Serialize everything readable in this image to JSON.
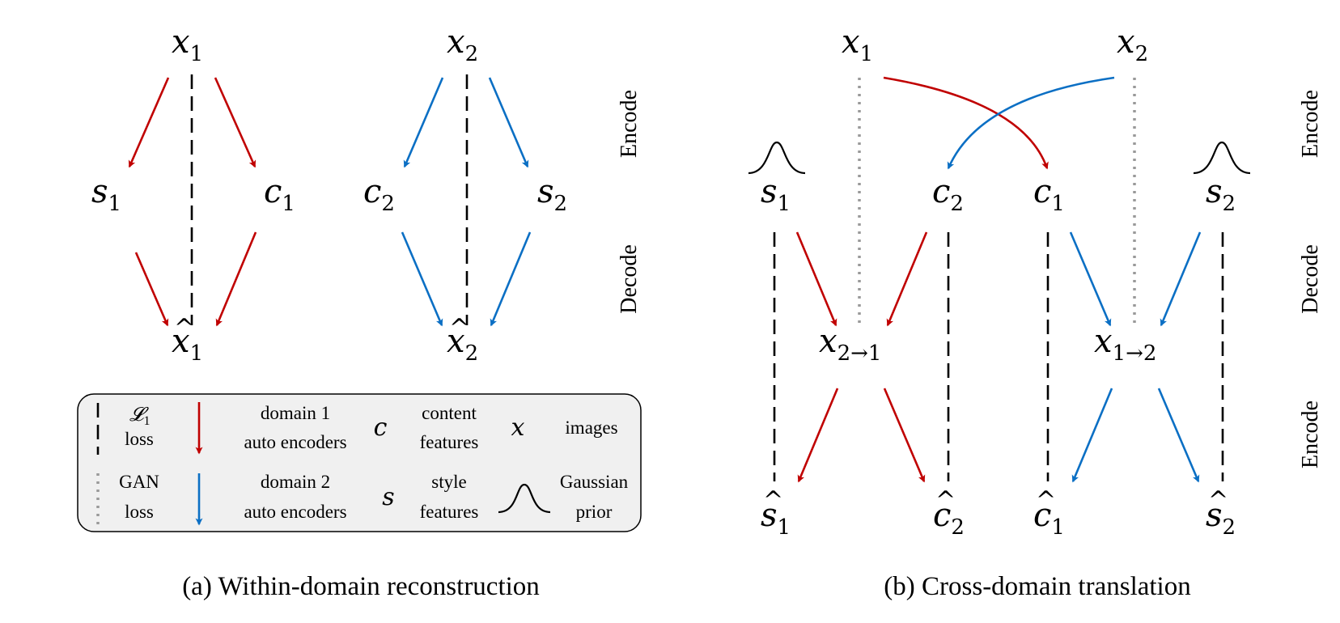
{
  "panel_a": {
    "caption": "(a) Within-domain reconstruction",
    "nodes": {
      "x1": {
        "base": "x",
        "sub": "1"
      },
      "x2": {
        "base": "x",
        "sub": "2"
      },
      "s1": {
        "base": "s",
        "sub": "1"
      },
      "c1": {
        "base": "c",
        "sub": "1"
      },
      "c2": {
        "base": "c",
        "sub": "2"
      },
      "s2": {
        "base": "s",
        "sub": "2"
      },
      "xhat1": {
        "base": "x",
        "sub": "1",
        "hat": "^"
      },
      "xhat2": {
        "base": "x",
        "sub": "2",
        "hat": "^"
      }
    },
    "side_labels": {
      "encode": "Encode",
      "decode": "Decode"
    }
  },
  "legend": {
    "l1": {
      "symbol": "𝓛",
      "sub": "1",
      "text": "loss"
    },
    "gan": {
      "line1": "GAN",
      "line2": "loss"
    },
    "domain1": {
      "line1": "domain 1",
      "line2": "auto encoders"
    },
    "domain2": {
      "line1": "domain 2",
      "line2": "auto encoders"
    },
    "content": {
      "symbol": "c",
      "line1": "content",
      "line2": "features"
    },
    "style": {
      "symbol": "s",
      "line1": "style",
      "line2": "features"
    },
    "images": {
      "symbol": "x",
      "text": "images"
    },
    "gaussian": {
      "line1": "Gaussian",
      "line2": "prior"
    }
  },
  "panel_b": {
    "caption": "(b) Cross-domain translation",
    "nodes": {
      "x1": {
        "base": "x",
        "sub": "1"
      },
      "x2": {
        "base": "x",
        "sub": "2"
      },
      "s1": {
        "base": "s",
        "sub": "1"
      },
      "c2": {
        "base": "c",
        "sub": "2"
      },
      "c1": {
        "base": "c",
        "sub": "1"
      },
      "s2": {
        "base": "s",
        "sub": "2"
      },
      "x21": {
        "base": "x",
        "sub": "2→1"
      },
      "x12": {
        "base": "x",
        "sub": "1→2"
      },
      "shat1": {
        "base": "s",
        "sub": "1",
        "hat": "^"
      },
      "chat2": {
        "base": "c",
        "sub": "2",
        "hat": "^"
      },
      "chat1": {
        "base": "c",
        "sub": "1",
        "hat": "^"
      },
      "shat2": {
        "base": "s",
        "sub": "2",
        "hat": "^"
      }
    },
    "side_labels": {
      "encode": "Encode",
      "decode": "Decode",
      "encode2": "Encode"
    }
  },
  "colors": {
    "domain1": "#c00000",
    "domain2": "#0b6fc4",
    "l1_loss": "#000000",
    "gan_loss": "#999999",
    "legend_bg": "#f0f0f0"
  }
}
